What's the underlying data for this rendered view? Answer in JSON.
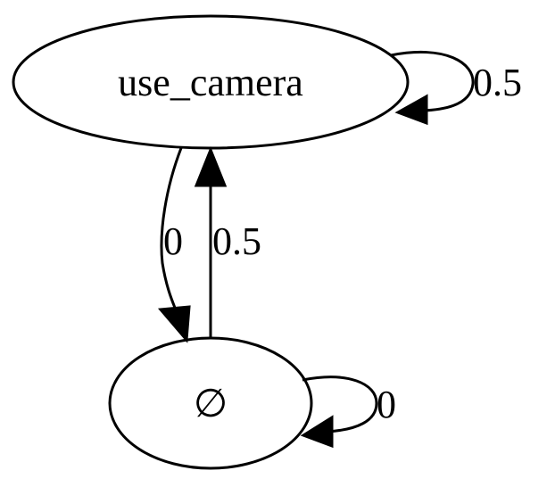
{
  "nodes": {
    "use_camera": {
      "label": "use_camera"
    },
    "empty": {
      "label": "∅"
    }
  },
  "edges": {
    "use_camera_self": {
      "label": "0.5"
    },
    "use_camera_to_empty": {
      "label": "0"
    },
    "empty_to_use_camera": {
      "label": "0.5"
    },
    "empty_self": {
      "label": "0"
    }
  }
}
